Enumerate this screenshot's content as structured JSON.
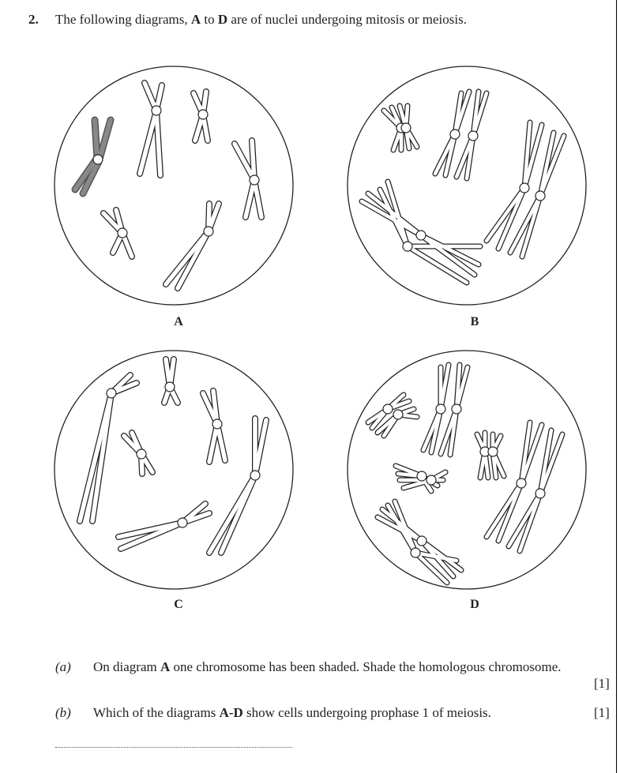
{
  "question": {
    "number": "2.",
    "text_before_A": "The following diagrams, ",
    "label_A": "A",
    "text_to": " to ",
    "label_D": "D",
    "text_after": " are of nuclei undergoing mitosis or meiosis."
  },
  "diagrams": [
    {
      "label": "A"
    },
    {
      "label": "B"
    },
    {
      "label": "C"
    },
    {
      "label": "D"
    }
  ],
  "parts": {
    "a": {
      "label": "(a)",
      "text_before": "On diagram ",
      "bold": "A",
      "text_after": " one chromosome has been shaded. Shade the homologous chromosome.",
      "marks": "[1]"
    },
    "b": {
      "label": "(b)",
      "text_before": "Which of the diagrams ",
      "bold": "A-D",
      "text_after": " show cells undergoing prophase 1 of meiosis.",
      "marks": "[1]"
    }
  }
}
